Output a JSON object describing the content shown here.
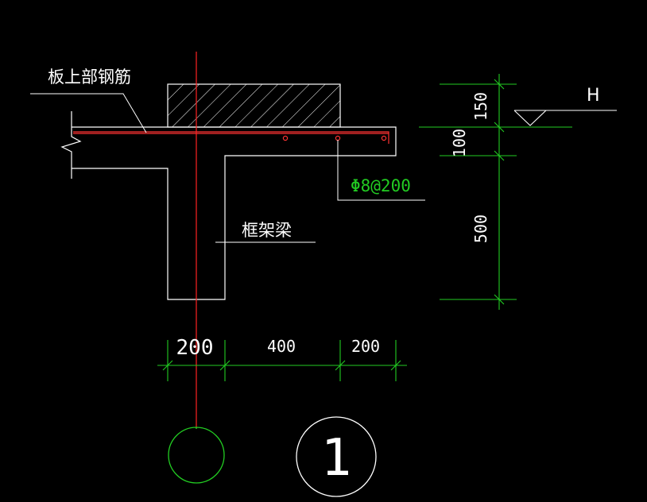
{
  "colors": {
    "background": "#000000",
    "outline": "#ffffff",
    "rebar": "#ff3333",
    "dimension": "#22cc22",
    "axis": "#ff2222",
    "label_green": "#22cc22"
  },
  "labels": {
    "slab_top_rebar": "板上部钢筋",
    "frame_beam": "框架梁",
    "stirrup_spec": "Φ8@200",
    "level_mark": "H",
    "section_number": "1"
  },
  "dimensions": {
    "horizontal": [
      "200",
      "400",
      "200"
    ],
    "vertical": [
      "150",
      "100",
      "500"
    ]
  }
}
